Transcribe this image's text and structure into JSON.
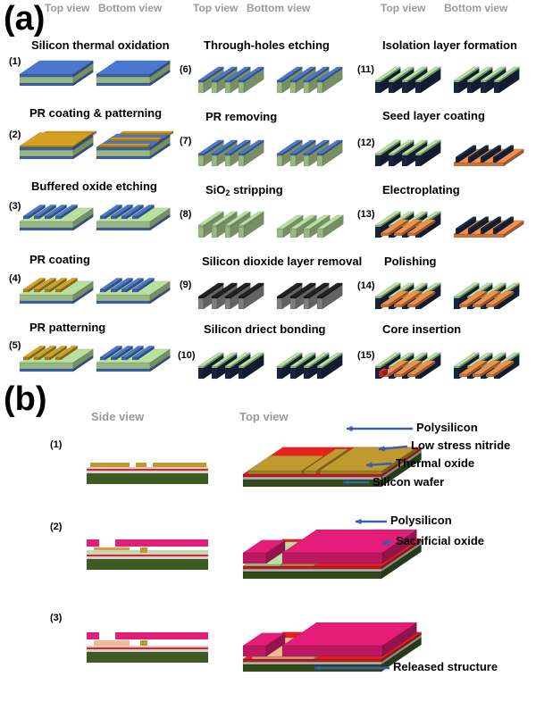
{
  "panel_a": {
    "letter": "(a)",
    "top_view": "Top view",
    "bottom_view": "Bottom view",
    "steps": [
      {
        "num": "(1)",
        "title": "Silicon thermal oxidation"
      },
      {
        "num": "(2)",
        "title": "PR coating & patterning"
      },
      {
        "num": "(3)",
        "title": "Buffered oxide etching"
      },
      {
        "num": "(4)",
        "title": "PR coating"
      },
      {
        "num": "(5)",
        "title": "PR patterning"
      },
      {
        "num": "(6)",
        "title": "Through-holes etching"
      },
      {
        "num": "(7)",
        "title": "PR removing"
      },
      {
        "num": "(8)",
        "title": "SiO",
        "title_sub": "2",
        "title_tail": " stripping"
      },
      {
        "num": "(9)",
        "title": "Silicon dioxide layer removal"
      },
      {
        "num": "(10)",
        "title": "Silicon driect bonding"
      },
      {
        "num": "(11)",
        "title": "Isolation layer formation"
      },
      {
        "num": "(12)",
        "title": "Seed layer coating"
      },
      {
        "num": "(13)",
        "title": "Electroplating"
      },
      {
        "num": "(14)",
        "title": "Polishing"
      },
      {
        "num": "(15)",
        "title": "Core insertion"
      }
    ]
  },
  "panel_b": {
    "letter": "(b)",
    "side_view": "Side view",
    "top_view": "Top view",
    "steps": [
      {
        "num": "(1)",
        "labels": [
          "Polysilicon",
          "Low stress nitride",
          "Thermal oxide",
          "Silicon wafer"
        ]
      },
      {
        "num": "(2)",
        "labels": [
          "Polysilicon",
          "Sacrificial oxide"
        ]
      },
      {
        "num": "(3)",
        "labels": [
          "Released structure"
        ]
      }
    ]
  },
  "colors": {
    "oxide_blue": "#4a78d0",
    "silicon_green": "#b8e0a0",
    "photoresist_gold": "#d4a020",
    "copper_orange": "#f0904a",
    "dark_navy": "#1c2c4c",
    "polysilicon_gold": "#c09a2e",
    "polysilicon_pink": "#e41e78",
    "nitride_red": "#e82020",
    "wafer_green": "#3c5a22",
    "arrow_blue": "#3a60b0"
  }
}
